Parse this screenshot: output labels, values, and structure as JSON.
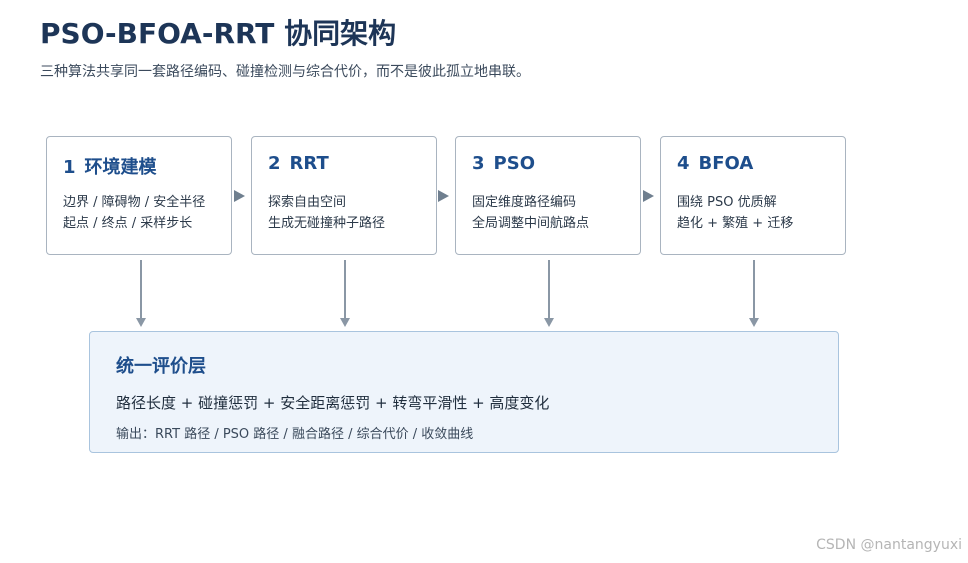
{
  "title": "PSO-BFOA-RRT 协同架构",
  "subtitle": "三种算法共享同一套路径编码、碰撞检测与综合代价，而不是彼此孤立地串联。",
  "modules": [
    {
      "num": "1",
      "name": "环境建模",
      "line1": "边界 / 障碍物 / 安全半径",
      "line2": "起点 / 终点 / 采样步长"
    },
    {
      "num": "2",
      "name": "RRT",
      "line1": "探索自由空间",
      "line2": "生成无碰撞种子路径"
    },
    {
      "num": "3",
      "name": "PSO",
      "line1": "固定维度路径编码",
      "line2": "全局调整中间航路点"
    },
    {
      "num": "4",
      "name": "BFOA",
      "line1": "围绕 PSO 优质解",
      "line2": "趋化 + 繁殖 + 迁移"
    }
  ],
  "evaluation": {
    "title": "统一评价层",
    "metrics": "路径长度 + 碰撞惩罚 + 安全距离惩罚 + 转弯平滑性 + 高度变化",
    "outputs": "输出：RRT 路径 / PSO 路径 / 融合路径 / 综合代价 / 收敛曲线"
  },
  "watermark": "CSDN @nantangyuxi",
  "colors": {
    "title": "#1d3557",
    "accent": "#1e4e8c",
    "card_border": "#a9b4c0",
    "eval_bg": "#eef4fb",
    "arrow": "#8a97a5"
  }
}
